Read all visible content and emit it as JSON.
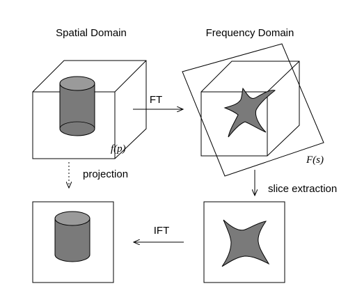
{
  "headings": {
    "spatial": "Spatial Domain",
    "frequency": "Frequency Domain"
  },
  "labels": {
    "ft": "FT",
    "ift": "IFT",
    "projection": "projection",
    "slice_extraction": "slice extraction",
    "f_p": "f(p)",
    "F_s": "F(s)"
  },
  "colors": {
    "shape_fill": "#7a7a7a",
    "line": "#000000",
    "background": "#ffffff"
  }
}
